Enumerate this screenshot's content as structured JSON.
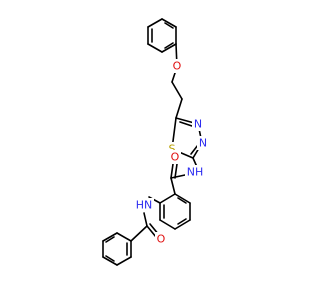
{
  "colors": {
    "bond": "#000000",
    "nitrogen": "#2c2cf0",
    "oxygen": "#e01010",
    "sulfur": "#b8a000",
    "background": "#ffffff"
  },
  "atom_labels": {
    "ether_o": "O",
    "thiadiazole_s": "S",
    "ring_n3": "N",
    "ring_n4": "N",
    "amide1_nh": "NH",
    "amide1_o": "O",
    "amide2_nh": "HN",
    "amide2_o": "O"
  }
}
